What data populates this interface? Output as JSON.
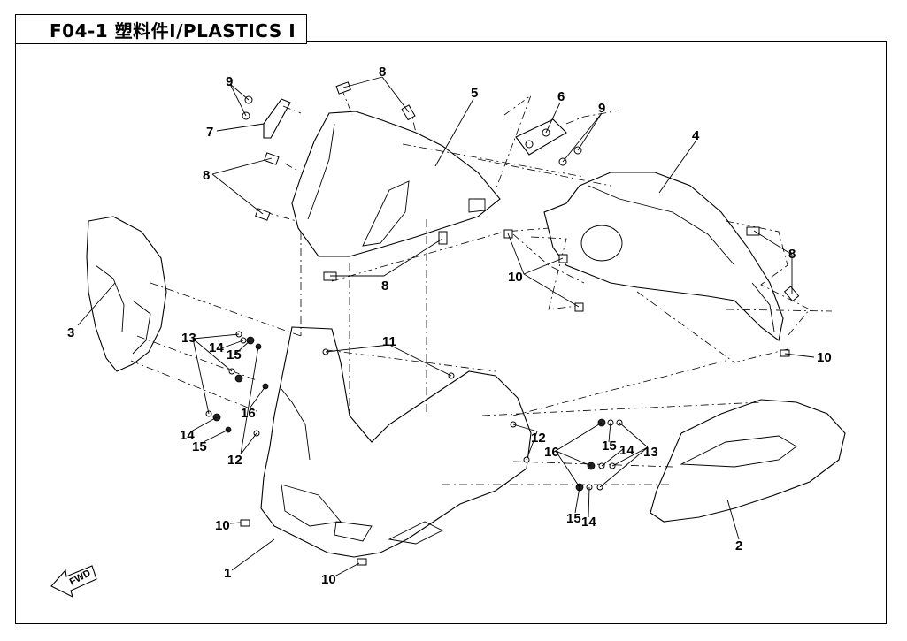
{
  "header": {
    "title": "F04-1 塑料件Ⅰ/PLASTICS Ⅰ"
  },
  "direction_arrow": {
    "label": "FWD",
    "icon": "fwd-arrow-icon"
  },
  "callouts": {
    "c9a": "9",
    "c7": "7",
    "c8a": "8",
    "c8b": "8",
    "c5": "5",
    "c6": "6",
    "c9b": "9",
    "c4": "4",
    "c8c": "8",
    "c8d": "8",
    "c10a": "10",
    "c3": "3",
    "c11": "11",
    "c13a": "13",
    "c14a": "14",
    "c15a": "15",
    "c16a": "16",
    "c14b": "14",
    "c15b": "15",
    "c12a": "12",
    "c12b": "12",
    "c10b": "10",
    "c16b": "16",
    "c15c": "15",
    "c14c": "14",
    "c13b": "13",
    "c15d": "15",
    "c14d": "14",
    "c10c": "10",
    "c1": "1",
    "c10d": "10",
    "c2": "2"
  }
}
